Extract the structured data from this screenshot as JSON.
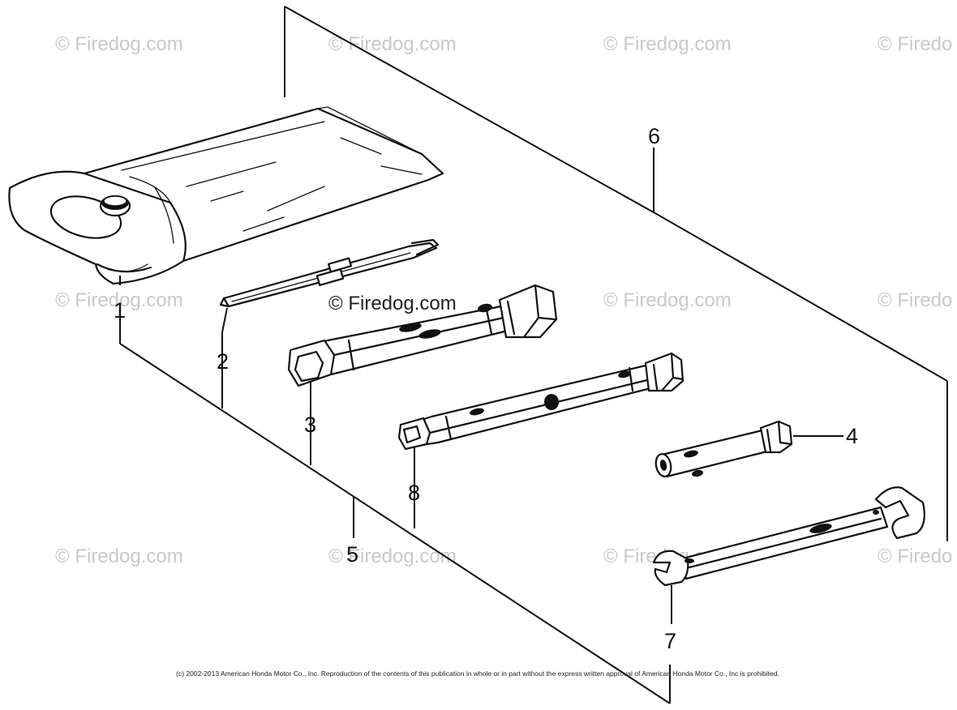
{
  "diagram": {
    "callouts": [
      {
        "id": "1",
        "text": "1"
      },
      {
        "id": "2",
        "text": "2"
      },
      {
        "id": "3",
        "text": "3"
      },
      {
        "id": "4",
        "text": "4"
      },
      {
        "id": "5",
        "text": "5"
      },
      {
        "id": "6",
        "text": "6"
      },
      {
        "id": "7",
        "text": "7"
      },
      {
        "id": "8",
        "text": "8"
      }
    ],
    "watermark": {
      "text": "© Firedog.com",
      "text_cut": "© Firedo"
    },
    "copyright": "(c) 2002-2013 American Honda Motor Co., Inc. Reproduction of the contents of this publication in whole or in part without the express written approval of American Honda Motor Co., Inc is prohibited.",
    "colors": {
      "ink": "#111111",
      "watermark": "#c9c9c9",
      "background": "#ffffff"
    }
  }
}
